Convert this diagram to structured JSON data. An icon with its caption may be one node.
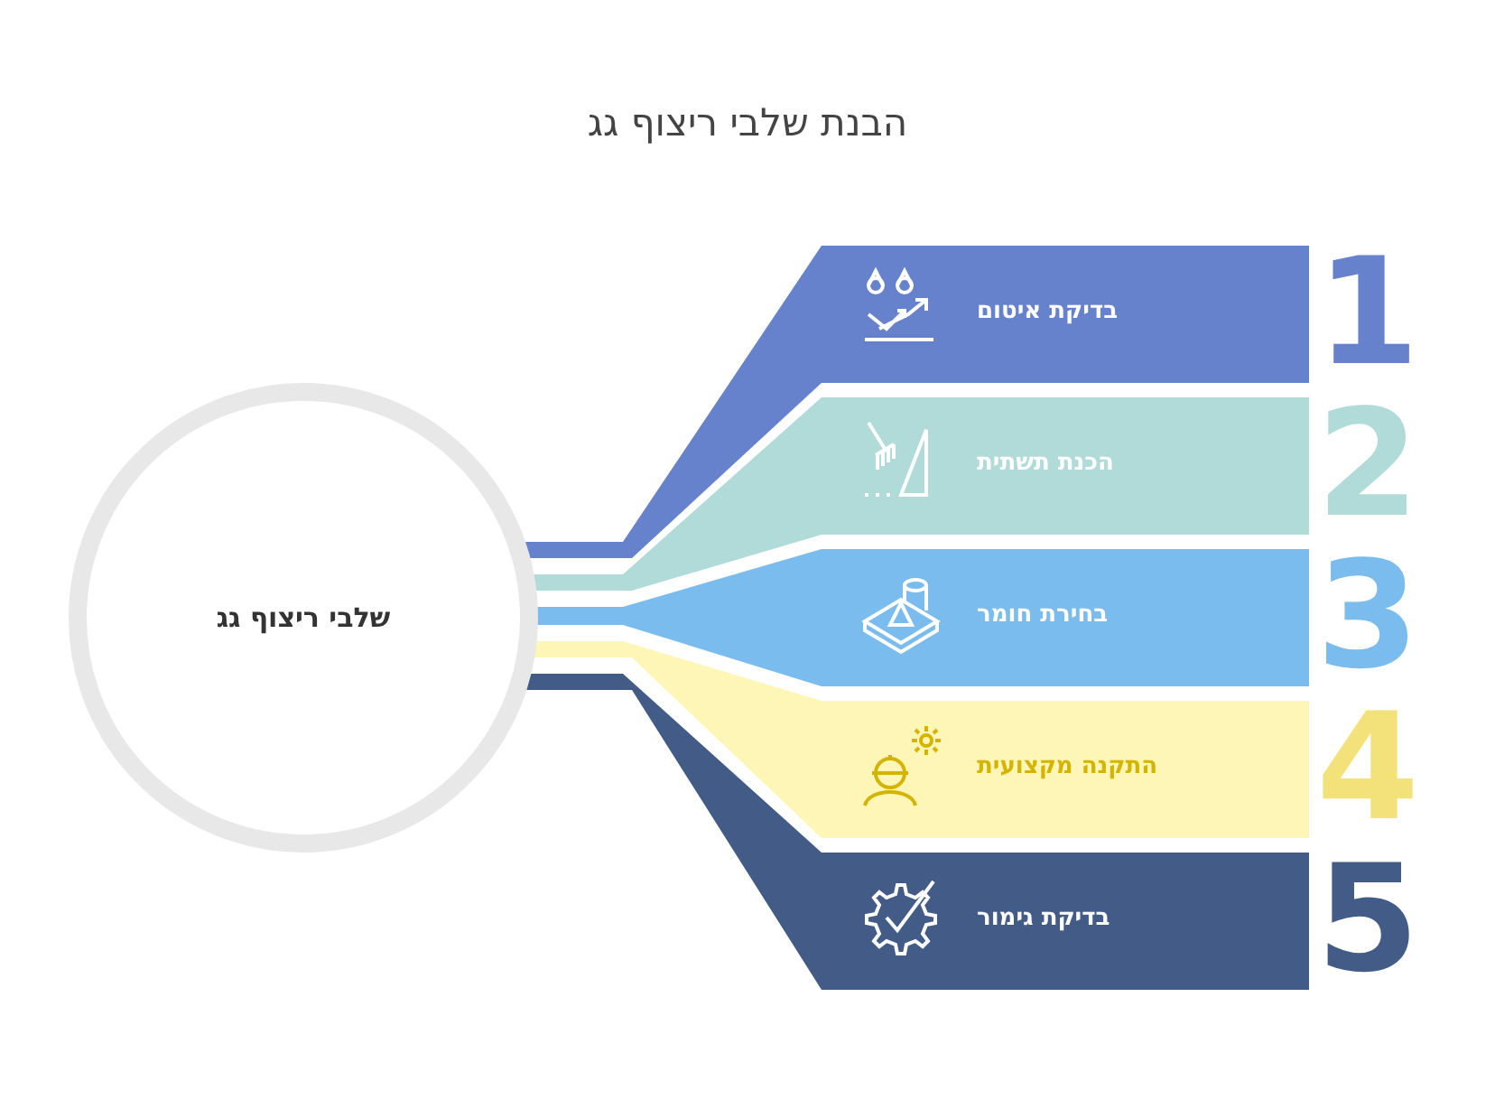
{
  "diagram": {
    "title": "הבנת שלבי ריצוף גג",
    "nodes": [
      {
        "text": [
          "שלבי ריצוף גג"
        ]
      },
      {
        "text": [
          "1",
          "בדיקת איטום"
        ]
      },
      {
        "text": [
          "2",
          "הכנת תשתית"
        ]
      },
      {
        "text": [
          "3",
          "בחירת חומר"
        ]
      },
      {
        "text": [
          "4",
          "התקנה מקצועית"
        ]
      },
      {
        "text": [
          "5",
          "בדיקת גימור"
        ]
      }
    ],
    "edges": [
      {
        "from": 0,
        "to": 1,
        "arrow": "none",
        "color": "#6782cd"
      },
      {
        "from": 0,
        "to": 2,
        "arrow": "none",
        "color": "#b0dbd9"
      },
      {
        "from": 0,
        "to": 3,
        "arrow": "none",
        "color": "#7bbcee"
      },
      {
        "from": 0,
        "to": 4,
        "arrow": "none",
        "color": "#fdf6b7"
      },
      {
        "from": 0,
        "to": 5,
        "arrow": "none",
        "color": "#425c87"
      }
    ]
  }
}
